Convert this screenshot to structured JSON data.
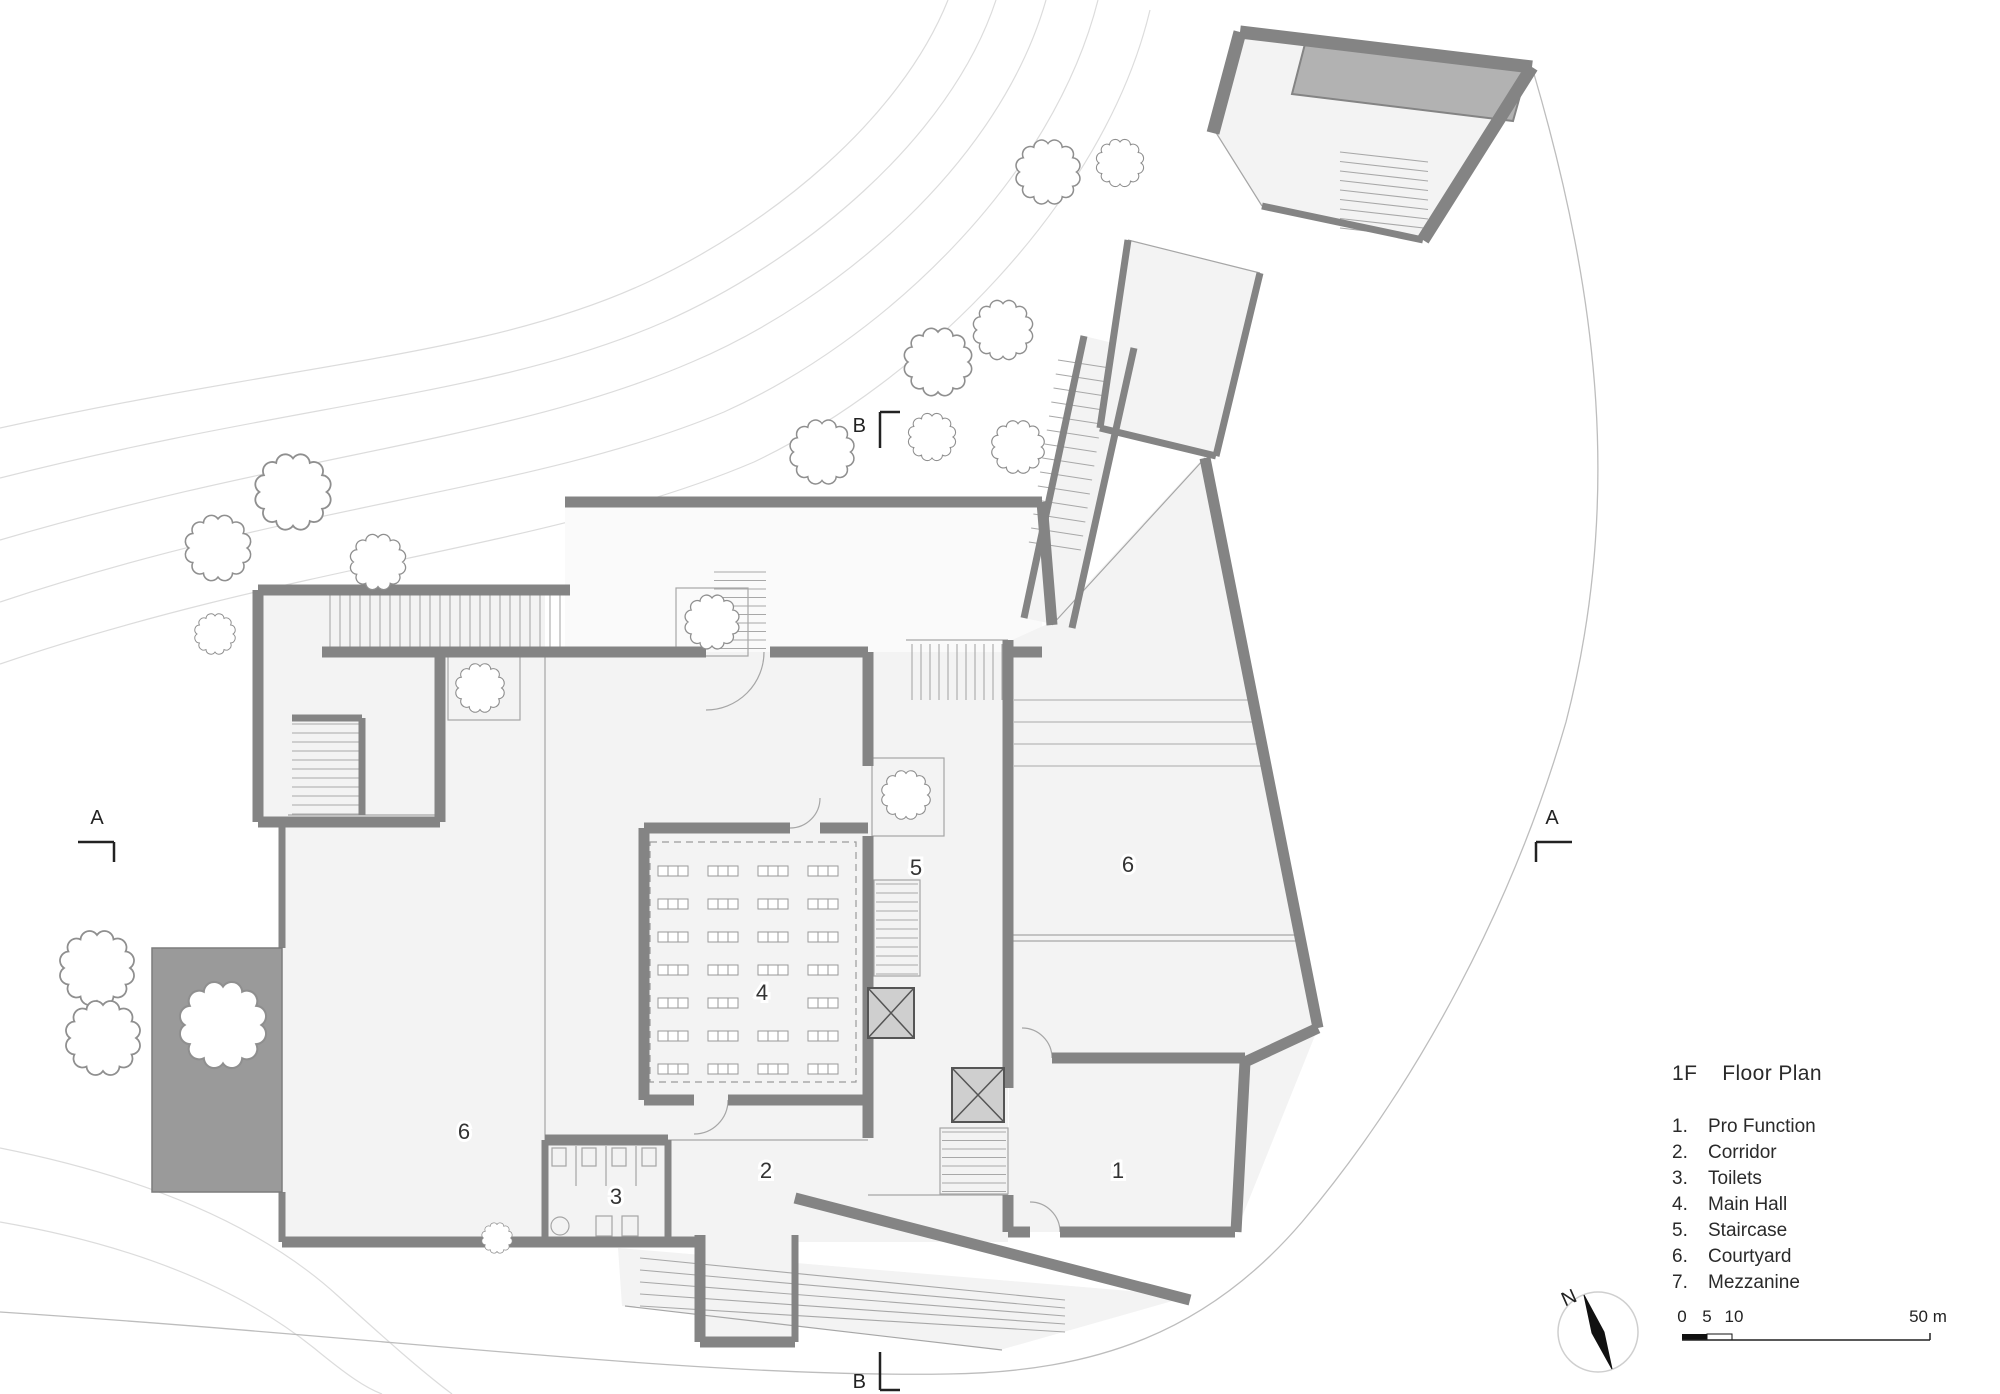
{
  "title_block": {
    "title": "1F    Floor Plan",
    "legend": [
      {
        "num": "1.",
        "label": "Pro Function"
      },
      {
        "num": "2.",
        "label": "Corridor"
      },
      {
        "num": "3.",
        "label": "Toilets"
      },
      {
        "num": "4.",
        "label": "Main Hall"
      },
      {
        "num": "5.",
        "label": "Staircase"
      },
      {
        "num": "6.",
        "label": "Courtyard"
      },
      {
        "num": "7.",
        "label": "Mezzanine"
      }
    ]
  },
  "rooms": [
    {
      "num": "1"
    },
    {
      "num": "2"
    },
    {
      "num": "3"
    },
    {
      "num": "4"
    },
    {
      "num": "5"
    },
    {
      "num": "6"
    },
    {
      "num": "6"
    }
  ],
  "sections": {
    "a": "A",
    "b": "B"
  },
  "north": {
    "label": "N"
  },
  "scale": {
    "t0": "0",
    "t5": "5",
    "t10": "10",
    "t50": "50 m"
  }
}
